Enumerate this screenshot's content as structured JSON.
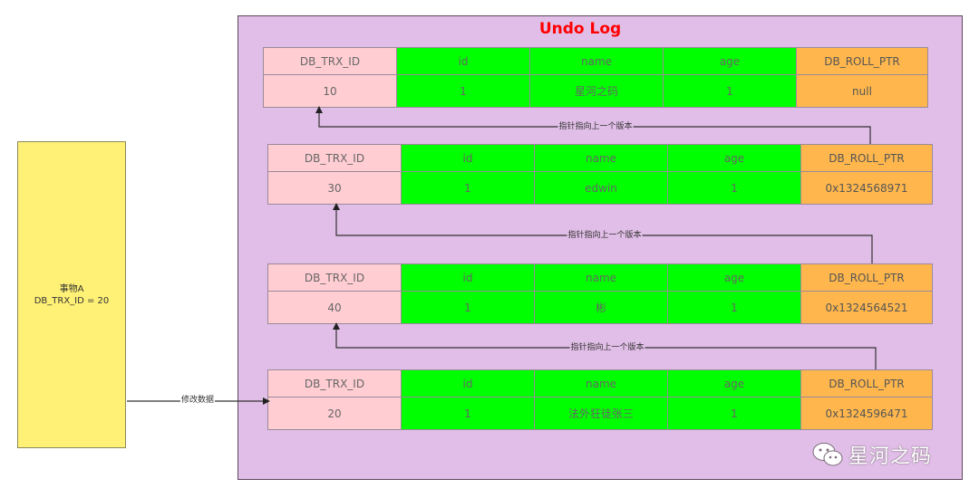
{
  "transaction": {
    "line1": "事物A",
    "line2": "DB_TRX_ID = 20"
  },
  "undo_title": "Undo Log",
  "headers": [
    "DB_TRX_ID",
    "id",
    "name",
    "age",
    "DB_ROLL_PTR"
  ],
  "records": [
    {
      "trx_id": "10",
      "id": "1",
      "name": "星河之码",
      "age": "1",
      "roll_ptr": "null"
    },
    {
      "trx_id": "30",
      "id": "1",
      "name": "edwin",
      "age": "1",
      "roll_ptr": "0x1324568971"
    },
    {
      "trx_id": "40",
      "id": "1",
      "name": "彬",
      "age": "1",
      "roll_ptr": "0x1324564521"
    },
    {
      "trx_id": "20",
      "id": "1",
      "name": "法外狂徒张三",
      "age": "1",
      "roll_ptr": "0x1324596471"
    }
  ],
  "pointer_labels": [
    "指针指向上一个版本",
    "指针指向上一个版本",
    "指针指向上一个版本"
  ],
  "modify_label": "修改数据",
  "watermark": "星河之码",
  "colors": {
    "pink": "#ffcdd2",
    "green": "#00ff00",
    "orange": "#ffb74d",
    "purple": "#e1bee7",
    "yellow": "#fff176",
    "title": "#ff0000"
  }
}
